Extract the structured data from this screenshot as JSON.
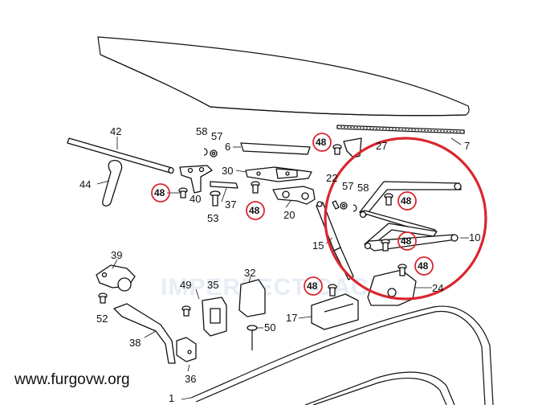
{
  "site_label": "www.furgovw.org",
  "watermark": "IMPERFECT CACHE",
  "highlight_color": "#d9262e",
  "callout_labels": {
    "p42": "42",
    "p58a": "58",
    "p57a": "57",
    "p6": "6",
    "p48a": "48",
    "p27": "27",
    "p7": "7",
    "p44": "44",
    "p48b": "48",
    "p40": "40",
    "p30": "30",
    "p37": "37",
    "p53": "53",
    "p48c": "48",
    "p20": "20",
    "p22": "22",
    "p57b": "57",
    "p58b": "58",
    "p48d": "48",
    "p15": "15",
    "p48e": "48",
    "p10": "10",
    "p48f": "48",
    "p39": "39",
    "p32": "32",
    "p49": "49",
    "p35": "35",
    "p48g": "48",
    "p24": "24",
    "p52": "52",
    "p17": "17",
    "p50": "50",
    "p38": "38",
    "p36": "36",
    "p1": "1"
  }
}
